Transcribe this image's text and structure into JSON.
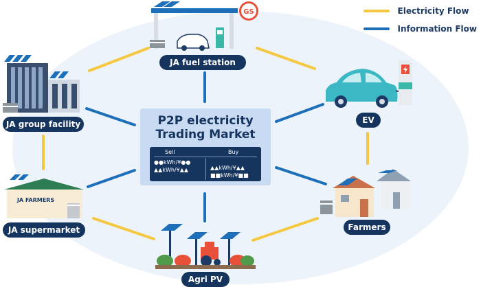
{
  "legend": {
    "items": [
      {
        "label": "Electricity Flow",
        "color": "#f5c842"
      },
      {
        "label": "Information Flow",
        "color": "#1c6fb8"
      }
    ]
  },
  "market": {
    "title_line1": "P2P electricity",
    "title_line2": "Trading Market",
    "sell_header": "Sell",
    "buy_header": "Buy",
    "sell_rows": [
      "●●kWh/¥●●",
      "▲▲kWh/¥▲▲"
    ],
    "buy_rows": [
      "▲▲kWh/¥▲▲",
      "■■kWh/¥■■"
    ]
  },
  "nodes": {
    "fuel_station": {
      "label": "JA fuel station",
      "sign": "GS"
    },
    "group_facility": {
      "label": "JA group facility"
    },
    "ev": {
      "label": "EV"
    },
    "supermarket": {
      "label": "JA supermarket",
      "sign": "JA FARMERS"
    },
    "farmers": {
      "label": "Farmers"
    },
    "agri_pv": {
      "label": "Agri PV"
    }
  }
}
